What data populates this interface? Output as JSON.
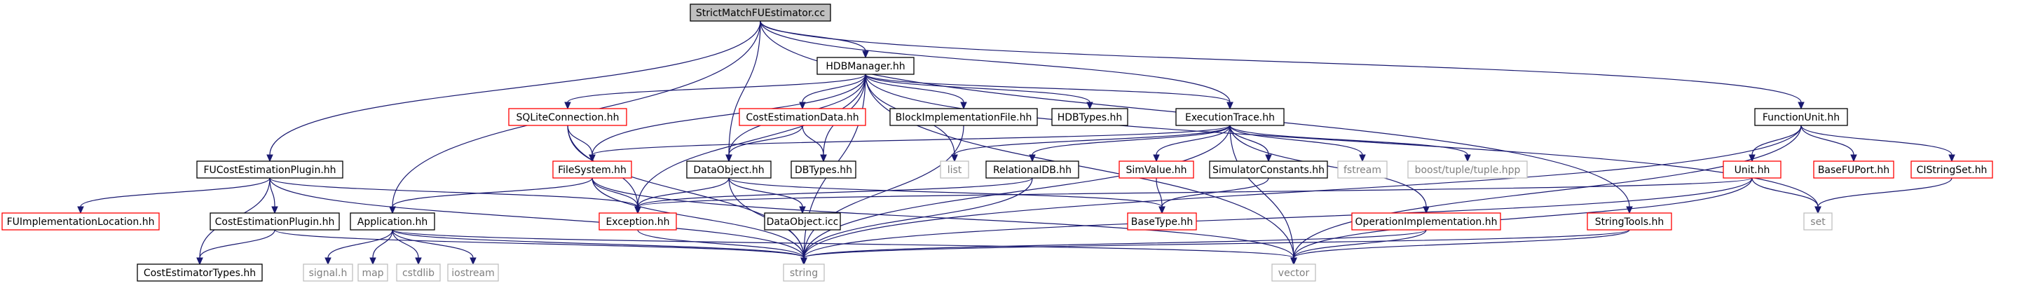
{
  "graph": {
    "colors": {
      "edge": "#191970",
      "root_fill": "#bfbfbf",
      "normal_border": "#000000",
      "external_border": "#ff0000",
      "system_border": "#bfbfbf",
      "text_normal": "#000000",
      "text_system": "#7f7f7f"
    },
    "nodes": [
      {
        "id": "root",
        "label": "StrictMatchFUEstimator.cc",
        "kind": "root"
      },
      {
        "id": "hdbmanager",
        "label": "HDBManager.hh",
        "kind": "normal"
      },
      {
        "id": "functionunit",
        "label": "FunctionUnit.hh",
        "kind": "normal"
      },
      {
        "id": "sqlite",
        "label": "SQLiteConnection.hh",
        "kind": "external"
      },
      {
        "id": "costest",
        "label": "CostEstimationData.hh",
        "kind": "external"
      },
      {
        "id": "blockimpl",
        "label": "BlockImplementationFile.hh",
        "kind": "normal"
      },
      {
        "id": "hdbtypes",
        "label": "HDBTypes.hh",
        "kind": "normal"
      },
      {
        "id": "exectrace",
        "label": "ExecutionTrace.hh",
        "kind": "normal"
      },
      {
        "id": "fucostplugin",
        "label": "FUCostEstimationPlugin.hh",
        "kind": "normal"
      },
      {
        "id": "filesystem",
        "label": "FileSystem.hh",
        "kind": "external"
      },
      {
        "id": "dataobject",
        "label": "DataObject.hh",
        "kind": "normal"
      },
      {
        "id": "dbtypes",
        "label": "DBTypes.hh",
        "kind": "normal"
      },
      {
        "id": "list",
        "label": "list",
        "kind": "system"
      },
      {
        "id": "relationaldb",
        "label": "RelationalDB.hh",
        "kind": "normal"
      },
      {
        "id": "simvalue",
        "label": "SimValue.hh",
        "kind": "external"
      },
      {
        "id": "simconst",
        "label": "SimulatorConstants.hh",
        "kind": "normal"
      },
      {
        "id": "fstream",
        "label": "fstream",
        "kind": "system"
      },
      {
        "id": "boosttuple",
        "label": "boost/tuple/tuple.hpp",
        "kind": "system"
      },
      {
        "id": "unit",
        "label": "Unit.hh",
        "kind": "external"
      },
      {
        "id": "basefuport",
        "label": "BaseFUPort.hh",
        "kind": "external"
      },
      {
        "id": "cistringset",
        "label": "CIStringSet.hh",
        "kind": "external"
      },
      {
        "id": "fuimplloc",
        "label": "FUImplementationLocation.hh",
        "kind": "external"
      },
      {
        "id": "costplugin",
        "label": "CostEstimationPlugin.hh",
        "kind": "normal"
      },
      {
        "id": "application",
        "label": "Application.hh",
        "kind": "normal"
      },
      {
        "id": "exception",
        "label": "Exception.hh",
        "kind": "external"
      },
      {
        "id": "dataobjecticc",
        "label": "DataObject.icc",
        "kind": "normal"
      },
      {
        "id": "basetype",
        "label": "BaseType.hh",
        "kind": "external"
      },
      {
        "id": "opimpl",
        "label": "OperationImplementation.hh",
        "kind": "external"
      },
      {
        "id": "stringtools",
        "label": "StringTools.hh",
        "kind": "external"
      },
      {
        "id": "set",
        "label": "set",
        "kind": "system"
      },
      {
        "id": "costtypes",
        "label": "CostEstimatorTypes.hh",
        "kind": "normal"
      },
      {
        "id": "signal",
        "label": "signal.h",
        "kind": "system"
      },
      {
        "id": "map",
        "label": "map",
        "kind": "system"
      },
      {
        "id": "cstdlib",
        "label": "cstdlib",
        "kind": "system"
      },
      {
        "id": "iostream",
        "label": "iostream",
        "kind": "system"
      },
      {
        "id": "string",
        "label": "string",
        "kind": "system"
      },
      {
        "id": "vector",
        "label": "vector",
        "kind": "system"
      }
    ],
    "edges": [
      [
        "root",
        "hdbmanager"
      ],
      [
        "root",
        "functionunit"
      ],
      [
        "root",
        "fucostplugin"
      ],
      [
        "root",
        "application"
      ],
      [
        "root",
        "dataobject"
      ],
      [
        "root",
        "exectrace"
      ],
      [
        "root",
        "stringtools"
      ],
      [
        "hdbmanager",
        "sqlite"
      ],
      [
        "hdbmanager",
        "costest"
      ],
      [
        "hdbmanager",
        "blockimpl"
      ],
      [
        "hdbmanager",
        "hdbtypes"
      ],
      [
        "hdbmanager",
        "exectrace"
      ],
      [
        "hdbmanager",
        "dataobject"
      ],
      [
        "hdbmanager",
        "dbtypes"
      ],
      [
        "hdbmanager",
        "list"
      ],
      [
        "hdbmanager",
        "set"
      ],
      [
        "hdbmanager",
        "exception"
      ],
      [
        "hdbmanager",
        "string"
      ],
      [
        "hdbmanager",
        "vector"
      ],
      [
        "hdbmanager",
        "filesystem"
      ],
      [
        "sqlite",
        "filesystem"
      ],
      [
        "sqlite",
        "exception"
      ],
      [
        "sqlite",
        "string"
      ],
      [
        "costest",
        "dataobject"
      ],
      [
        "costest",
        "dbtypes"
      ],
      [
        "blockimpl",
        "string"
      ],
      [
        "exectrace",
        "filesystem"
      ],
      [
        "exectrace",
        "list"
      ],
      [
        "exectrace",
        "relationaldb"
      ],
      [
        "exectrace",
        "simvalue"
      ],
      [
        "exectrace",
        "simconst"
      ],
      [
        "exectrace",
        "fstream"
      ],
      [
        "exectrace",
        "boosttuple"
      ],
      [
        "exectrace",
        "opimpl"
      ],
      [
        "exectrace",
        "vector"
      ],
      [
        "exectrace",
        "string"
      ],
      [
        "filesystem",
        "application"
      ],
      [
        "filesystem",
        "exception"
      ],
      [
        "filesystem",
        "string"
      ],
      [
        "filesystem",
        "vector"
      ],
      [
        "dataobject",
        "exception"
      ],
      [
        "dataobject",
        "dataobjecticc"
      ],
      [
        "dataobject",
        "basetype"
      ],
      [
        "dataobject",
        "string"
      ],
      [
        "relationaldb",
        "exception"
      ],
      [
        "relationaldb",
        "string"
      ],
      [
        "simvalue",
        "basetype"
      ],
      [
        "simconst",
        "basetype"
      ],
      [
        "fucostplugin",
        "fuimplloc"
      ],
      [
        "fucostplugin",
        "costplugin"
      ],
      [
        "fucostplugin",
        "costtypes"
      ],
      [
        "fucostplugin",
        "exception"
      ],
      [
        "fucostplugin",
        "string"
      ],
      [
        "costplugin",
        "costtypes"
      ],
      [
        "costplugin",
        "string"
      ],
      [
        "application",
        "signal"
      ],
      [
        "application",
        "map"
      ],
      [
        "application",
        "cstdlib"
      ],
      [
        "application",
        "iostream"
      ],
      [
        "application",
        "string"
      ],
      [
        "application",
        "vector"
      ],
      [
        "exception",
        "string"
      ],
      [
        "opimpl",
        "string"
      ],
      [
        "opimpl",
        "vector"
      ],
      [
        "stringtools",
        "string"
      ],
      [
        "stringtools",
        "vector"
      ],
      [
        "functionunit",
        "unit"
      ],
      [
        "functionunit",
        "basefuport"
      ],
      [
        "functionunit",
        "cistringset"
      ],
      [
        "functionunit",
        "string"
      ],
      [
        "functionunit",
        "vector"
      ],
      [
        "unit",
        "exception"
      ],
      [
        "unit",
        "set"
      ],
      [
        "unit",
        "string"
      ],
      [
        "unit",
        "vector"
      ],
      [
        "cistringset",
        "set"
      ]
    ]
  }
}
